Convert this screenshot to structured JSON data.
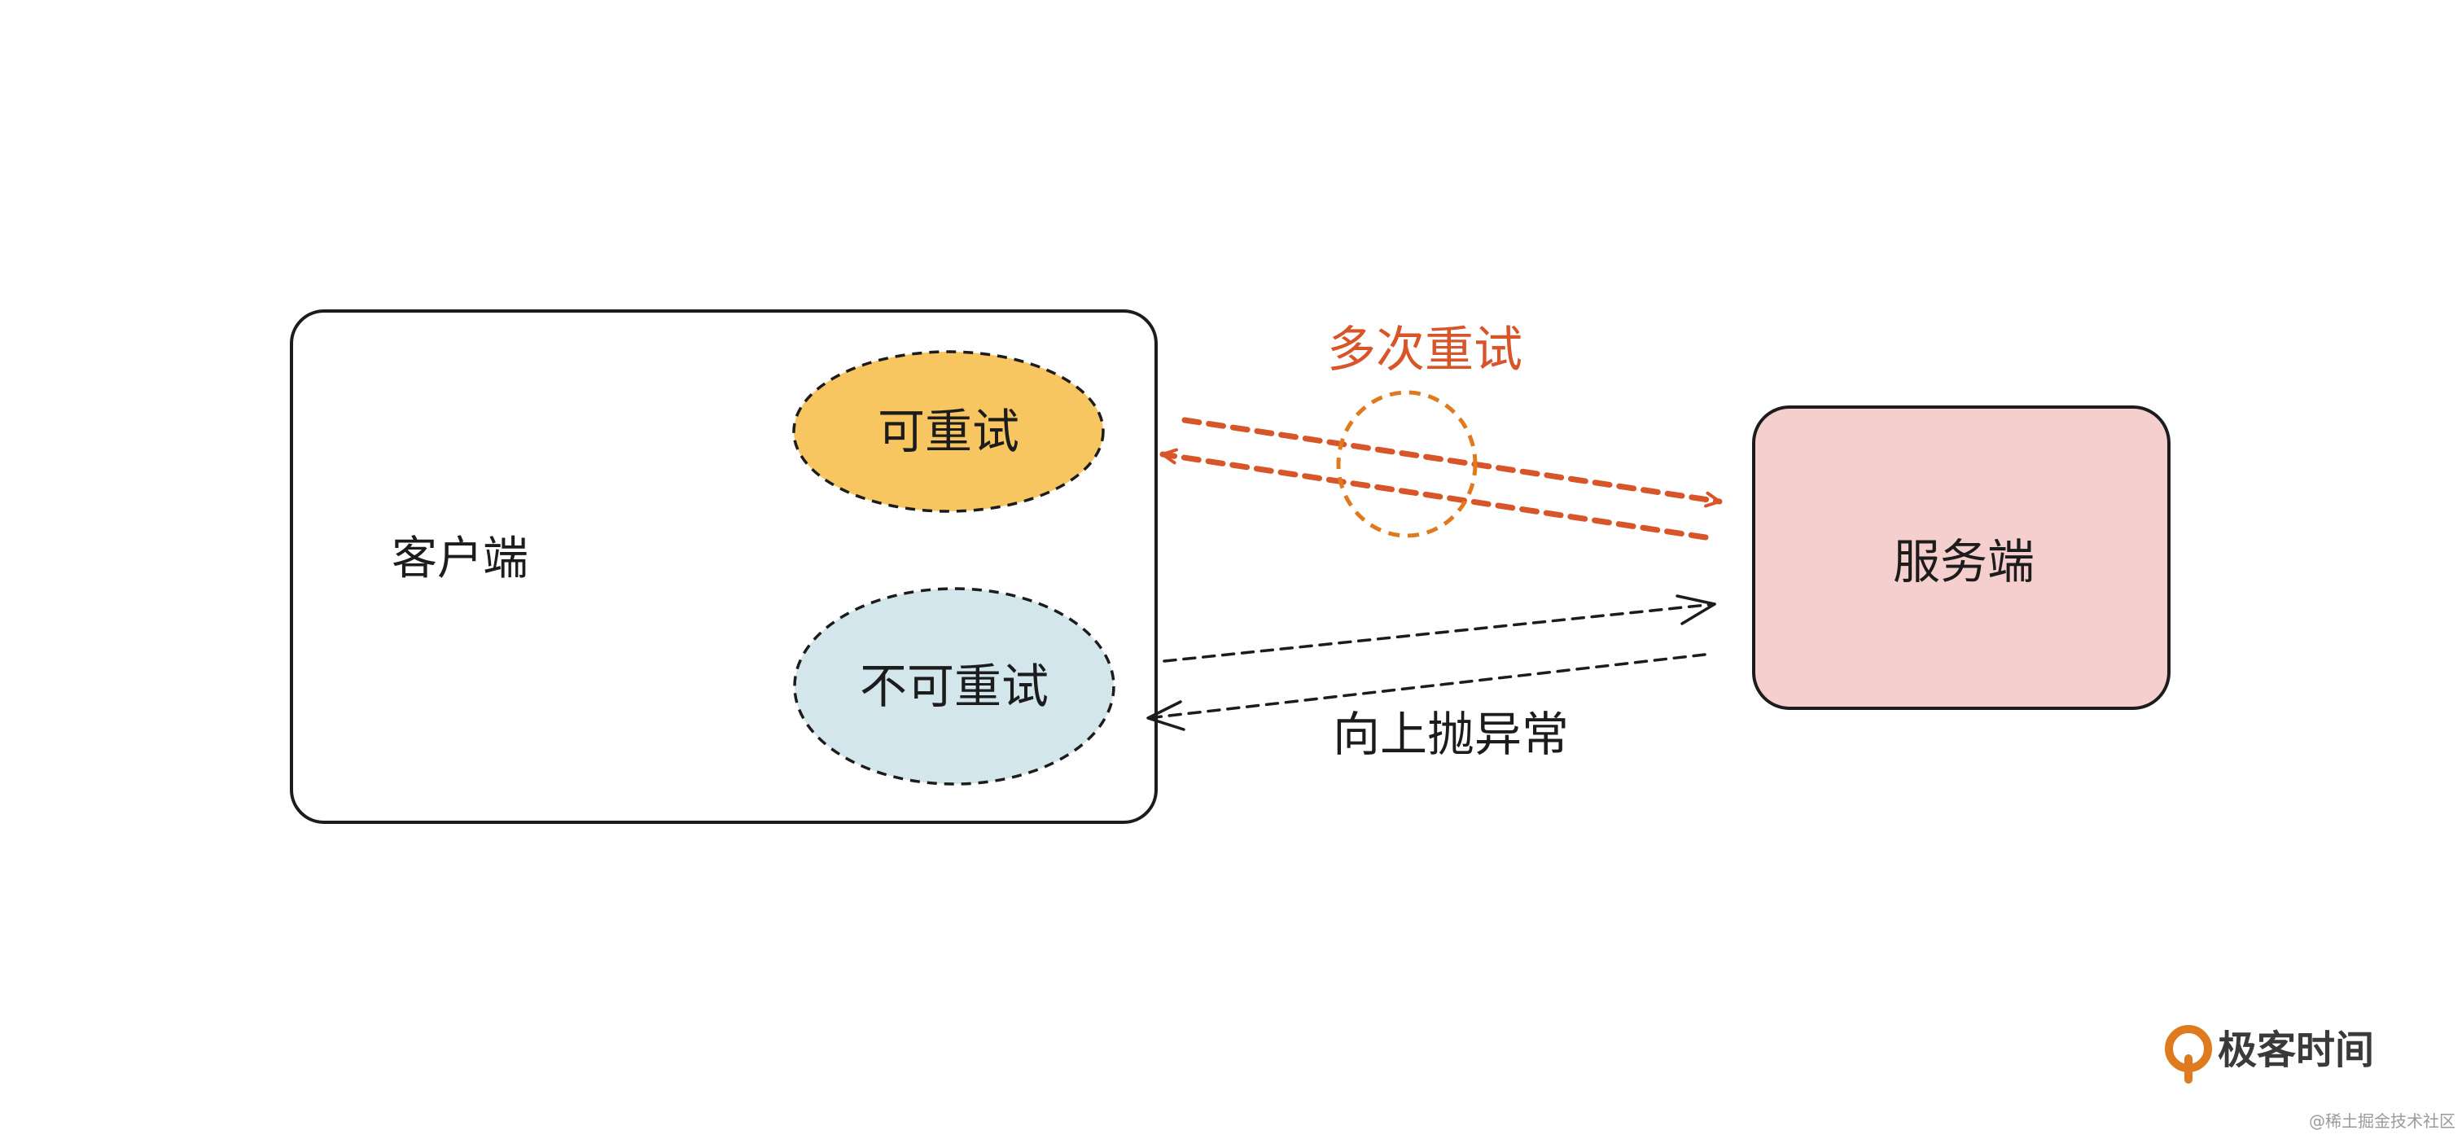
{
  "client": {
    "label": "客户端",
    "retryable_label": "可重试",
    "non_retryable_label": "不可重试"
  },
  "server": {
    "label": "服务端"
  },
  "retry_path": {
    "label": "多次重试"
  },
  "throw_path": {
    "label": "向上抛异常"
  },
  "watermark": {
    "brand": "极客时间",
    "source": "@稀土掘金技术社区"
  },
  "colors": {
    "retryable_fill": "#f7c661",
    "non_retryable_fill": "#d3e6ec",
    "server_fill": "#f4cfcd",
    "retry_arrow": "#d8552a",
    "retry_circle": "#e07a1f",
    "throw_arrow": "#1c1c1c"
  }
}
